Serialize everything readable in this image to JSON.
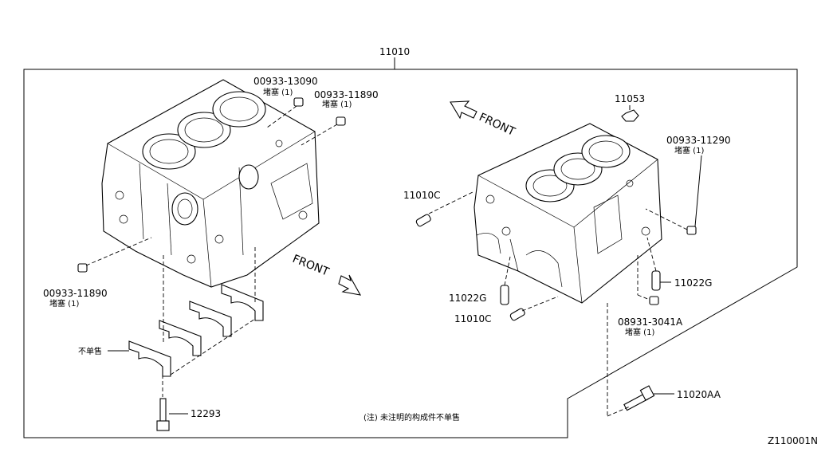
{
  "diagram_id": "Z110001N",
  "assembly_number": "11010",
  "note": "(注) 未注明的构成件不单售",
  "front_labels": [
    "FRONT",
    "FRONT"
  ],
  "parts": [
    {
      "number": "00933-13090",
      "note": "堵塞 (1)"
    },
    {
      "number": "00933-11890",
      "note": "堵塞 (1)"
    },
    {
      "number": "00933-11890",
      "note": "堵塞 (1)"
    },
    {
      "number": "11053",
      "note": ""
    },
    {
      "number": "00933-11290",
      "note": "堵塞 (1)"
    },
    {
      "number": "11010C",
      "note": ""
    },
    {
      "number": "11022G",
      "note": ""
    },
    {
      "number": "11022G",
      "note": ""
    },
    {
      "number": "11010C",
      "note": ""
    },
    {
      "number": "08931-3041A",
      "note": "堵塞 (1)"
    },
    {
      "number": "11020AA",
      "note": ""
    },
    {
      "number": "12293",
      "note": ""
    }
  ],
  "not_sold_label": "不单售"
}
